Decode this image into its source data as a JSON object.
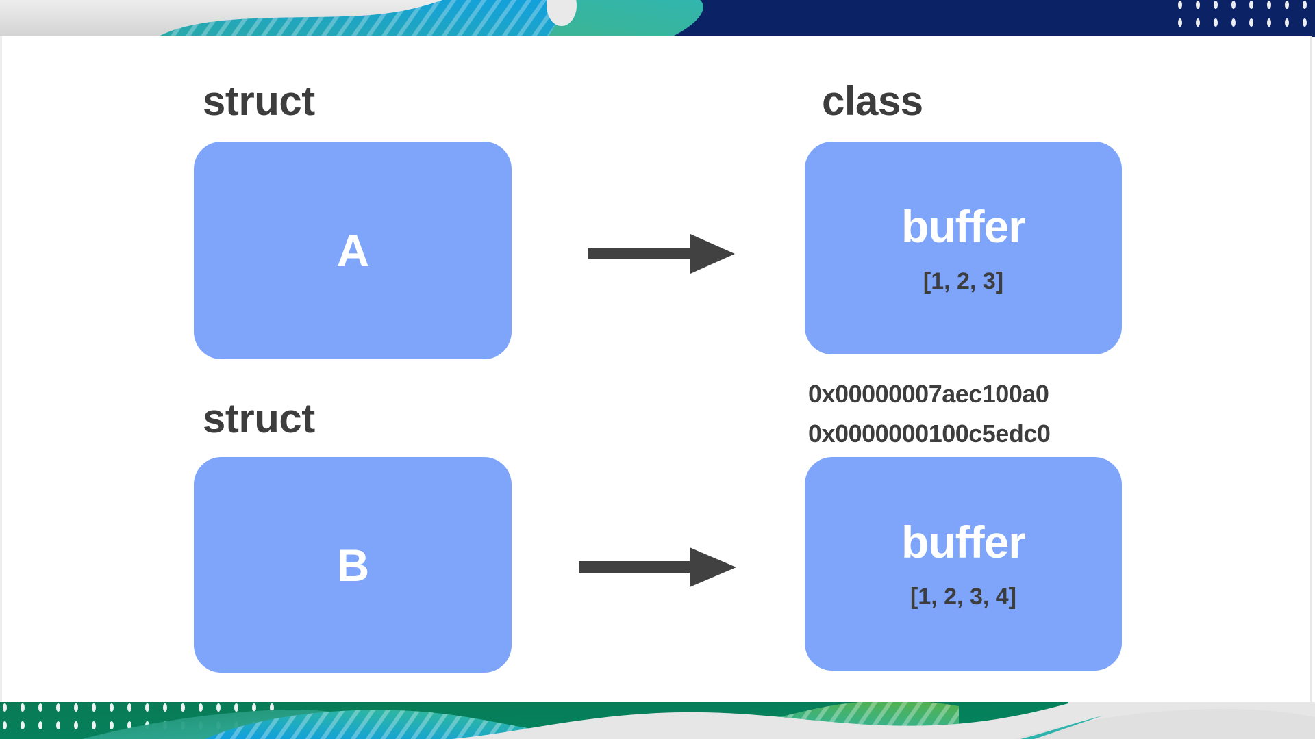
{
  "slide": {
    "background_color": "#ffffff",
    "frame_color": "#ffffff"
  },
  "theme": {
    "box_fill": "#7fa5fb",
    "box_text_color": "#ffffff",
    "label_text_color": "#3d3d3d",
    "arrow_color": "#414141",
    "band_navy": "#0b2265",
    "band_green": "#00815a",
    "band_teal": "#2bb3ac",
    "band_blue": "#0f9fe0",
    "band_grey": "#e6e6e6",
    "band_leaf_green": "#4aa842"
  },
  "diagram": {
    "type": "struct-vs-class-reference-semantics",
    "left_column_header": "struct",
    "right_column_header": "class",
    "rows": [
      {
        "id": "row-a",
        "left_label": "struct",
        "left_box_text": "A",
        "arrow": "right-arrow",
        "right_box_title": "buffer",
        "right_box_values": "[1, 2, 3]"
      },
      {
        "id": "row-b",
        "left_label": "struct",
        "left_box_text": "B",
        "arrow": "right-arrow",
        "right_box_title": "buffer",
        "right_box_values": "[1, 2, 3, 4]"
      }
    ],
    "addresses": [
      "0x00000007aec100a0",
      "0x0000000100c5edc0"
    ]
  }
}
